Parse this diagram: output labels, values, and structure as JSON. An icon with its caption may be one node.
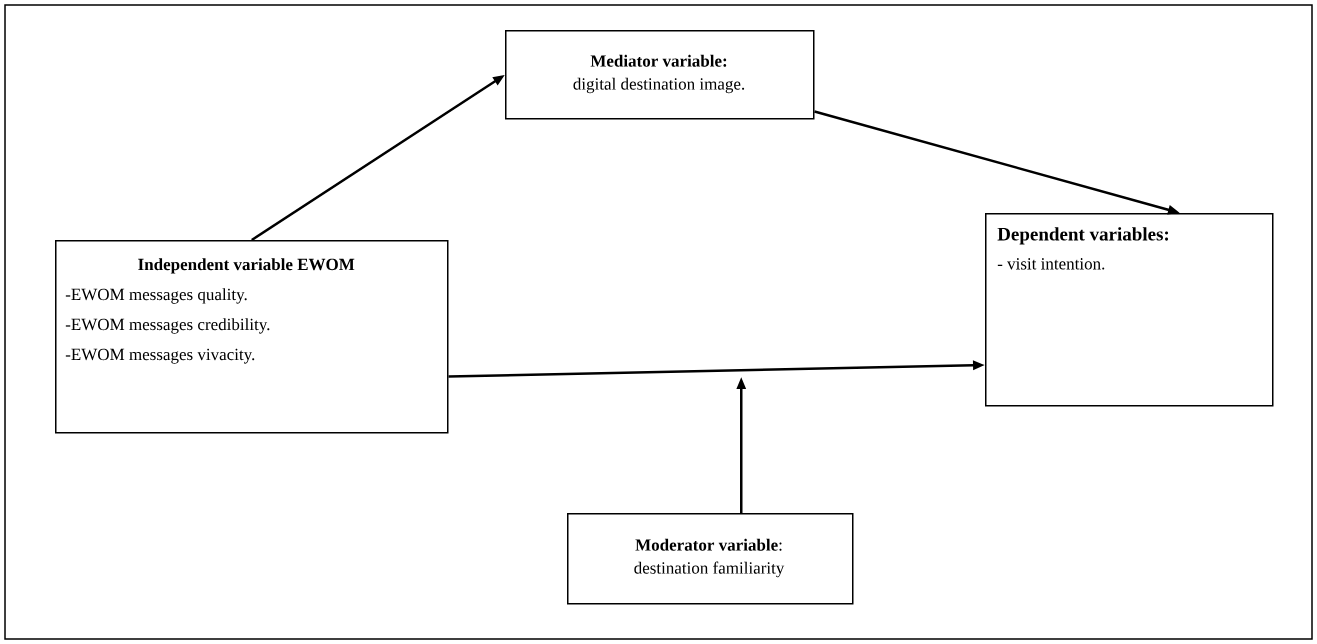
{
  "diagram": {
    "nodes": [
      {
        "text": [
          "Mediator variable:",
          "digital destination image."
        ]
      },
      {
        "text": [
          "Independent variable EWOM",
          "-EWOM messages quality.",
          "-EWOM messages credibility.",
          "-EWOM messages vivacity."
        ]
      },
      {
        "text": [
          "Dependent variables:",
          "-  visit intention."
        ]
      },
      {
        "text": [
          "**Moderator variable**:",
          "destination familiarity"
        ]
      }
    ],
    "edges": [
      {
        "from": 1,
        "to": 0,
        "arrow": "to"
      },
      {
        "from": 0,
        "to": 2,
        "arrow": "to"
      },
      {
        "from": 1,
        "to": 2,
        "arrow": "to"
      },
      {
        "from": 3,
        "to": null,
        "arrow": "to"
      }
    ]
  }
}
